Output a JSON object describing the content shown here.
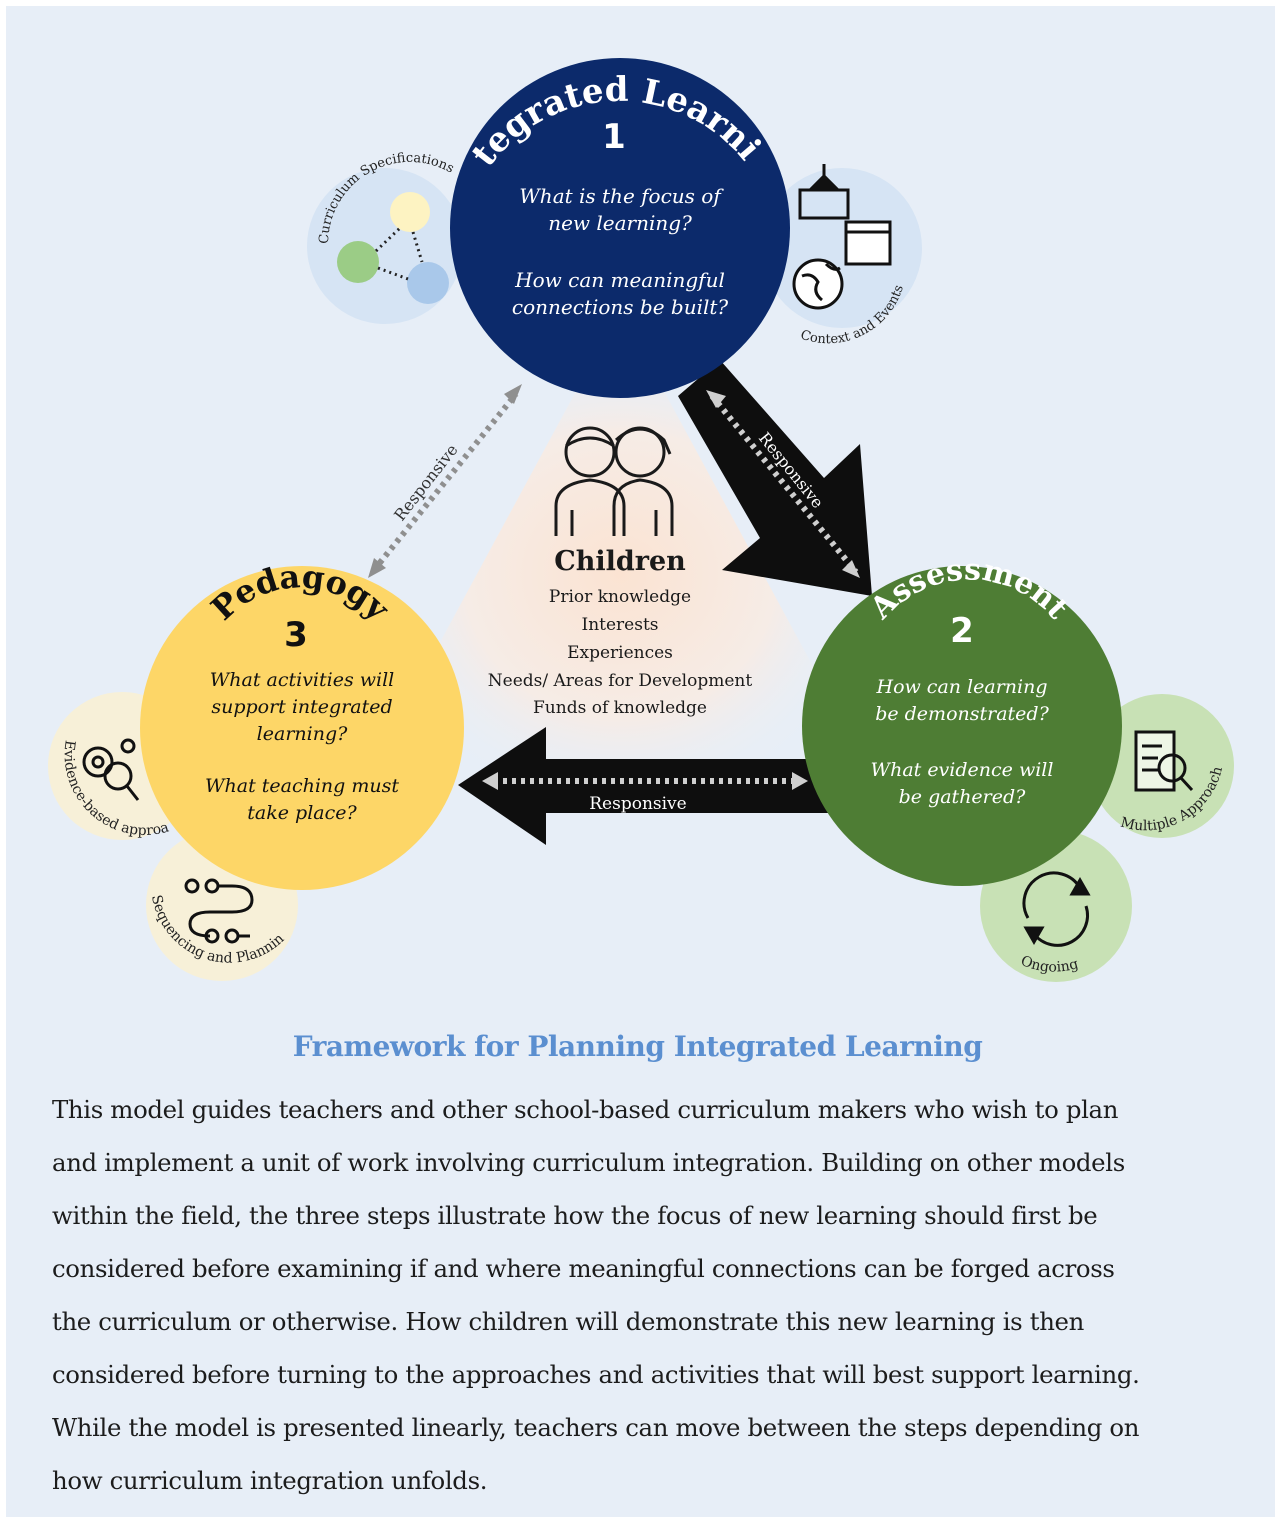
{
  "diagram": {
    "colors": {
      "integrated": "#0c2a6b",
      "assessment": "#4e7d34",
      "pedagogy": "#fdd667",
      "caption": "#5b8fd0"
    },
    "integrated": {
      "title": "Integrated Learning",
      "number": "1",
      "questions": [
        "What is the focus of",
        "new learning?",
        "How can meaningful",
        "connections be built?"
      ],
      "satellites": [
        {
          "label": "Curriculum Specifications",
          "icon": "network-dots-icon"
        },
        {
          "label": "Context and Events",
          "icon": "school-calendar-globe-icon"
        }
      ]
    },
    "assessment": {
      "title": "Assessment",
      "number": "2",
      "questions": [
        "How can learning",
        "be demonstrated?",
        "What evidence will",
        "be gathered?"
      ],
      "satellites": [
        {
          "label": "Multiple Approaches",
          "icon": "document-search-icon"
        },
        {
          "label": "Ongoing",
          "icon": "cycle-arrows-icon"
        }
      ]
    },
    "pedagogy": {
      "title": "Pedagogy",
      "number": "3",
      "questions": [
        "What activities will",
        "support integrated",
        "learning?",
        "What teaching must",
        "take place?"
      ],
      "satellites": [
        {
          "label": "Evidence-based approaches",
          "icon": "gears-magnifier-bulb-icon"
        },
        {
          "label": "Sequencing and Planning",
          "icon": "flow-path-icon"
        }
      ]
    },
    "center": {
      "title": "Children",
      "icon": "children-icon",
      "items": [
        "Prior knowledge",
        "Interests",
        "Experiences",
        "Needs/ Areas for Development",
        "Funds of knowledge"
      ]
    },
    "responsive": {
      "label": "Responsive"
    }
  },
  "caption": {
    "title": "Framework for Planning Integrated Learning",
    "lines": [
      "This model guides teachers and other school-based curriculum makers who wish to plan",
      "and implement a unit of work involving curriculum integration. Building on other models",
      "within the field, the three steps illustrate how the focus of new learning should first be",
      "considered before examining if and where meaningful connections can be forged across",
      "the curriculum or otherwise. How children will demonstrate this new learning is then",
      "considered before turning to the approaches and activities that will best support learning.",
      "While the model is presented linearly, teachers can move between the steps depending on",
      "how curriculum integration unfolds."
    ]
  }
}
